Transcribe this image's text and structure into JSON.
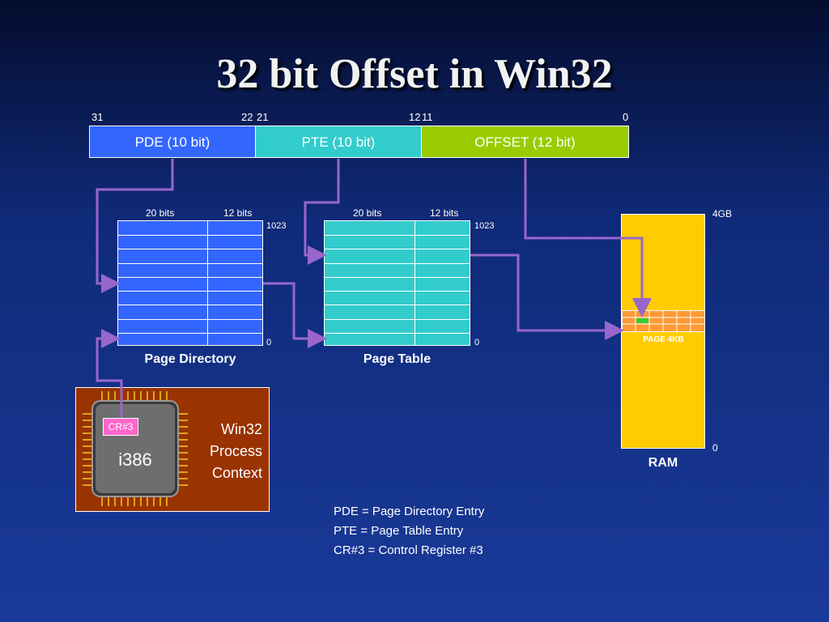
{
  "title": "32 bit Offset in Win32",
  "address": {
    "bits": {
      "b31": "31",
      "b22": "22",
      "b21": "21",
      "b12": "12",
      "b11": "11",
      "b0": "0"
    },
    "fields": [
      "PDE (10 bit)",
      "PTE (10 bit)",
      "OFFSET (12 bit)"
    ]
  },
  "page_directory": {
    "col1": "20 bits",
    "col2": "12 bits",
    "top_index": "1023",
    "bottom_index": "0",
    "caption": "Page Directory"
  },
  "page_table": {
    "col1": "20 bits",
    "col2": "12 bits",
    "top_index": "1023",
    "bottom_index": "0",
    "caption": "Page Table"
  },
  "ram": {
    "top_label": "4GB",
    "bottom_label": "0",
    "page_label": "PAGE 4KB",
    "caption": "RAM"
  },
  "cpu": {
    "register": "CR#3",
    "chip": "i386",
    "context": [
      "Win32",
      "Process",
      "Context"
    ]
  },
  "legend": [
    "PDE = Page Directory Entry",
    "PTE = Page Table Entry",
    "CR#3 = Control Register #3"
  ],
  "colors": {
    "pde": "#3366ff",
    "pte": "#33cccc",
    "offset": "#99cc00",
    "ram": "#ffcc00",
    "cpu_bg": "#993300",
    "connector": "#9966cc"
  }
}
